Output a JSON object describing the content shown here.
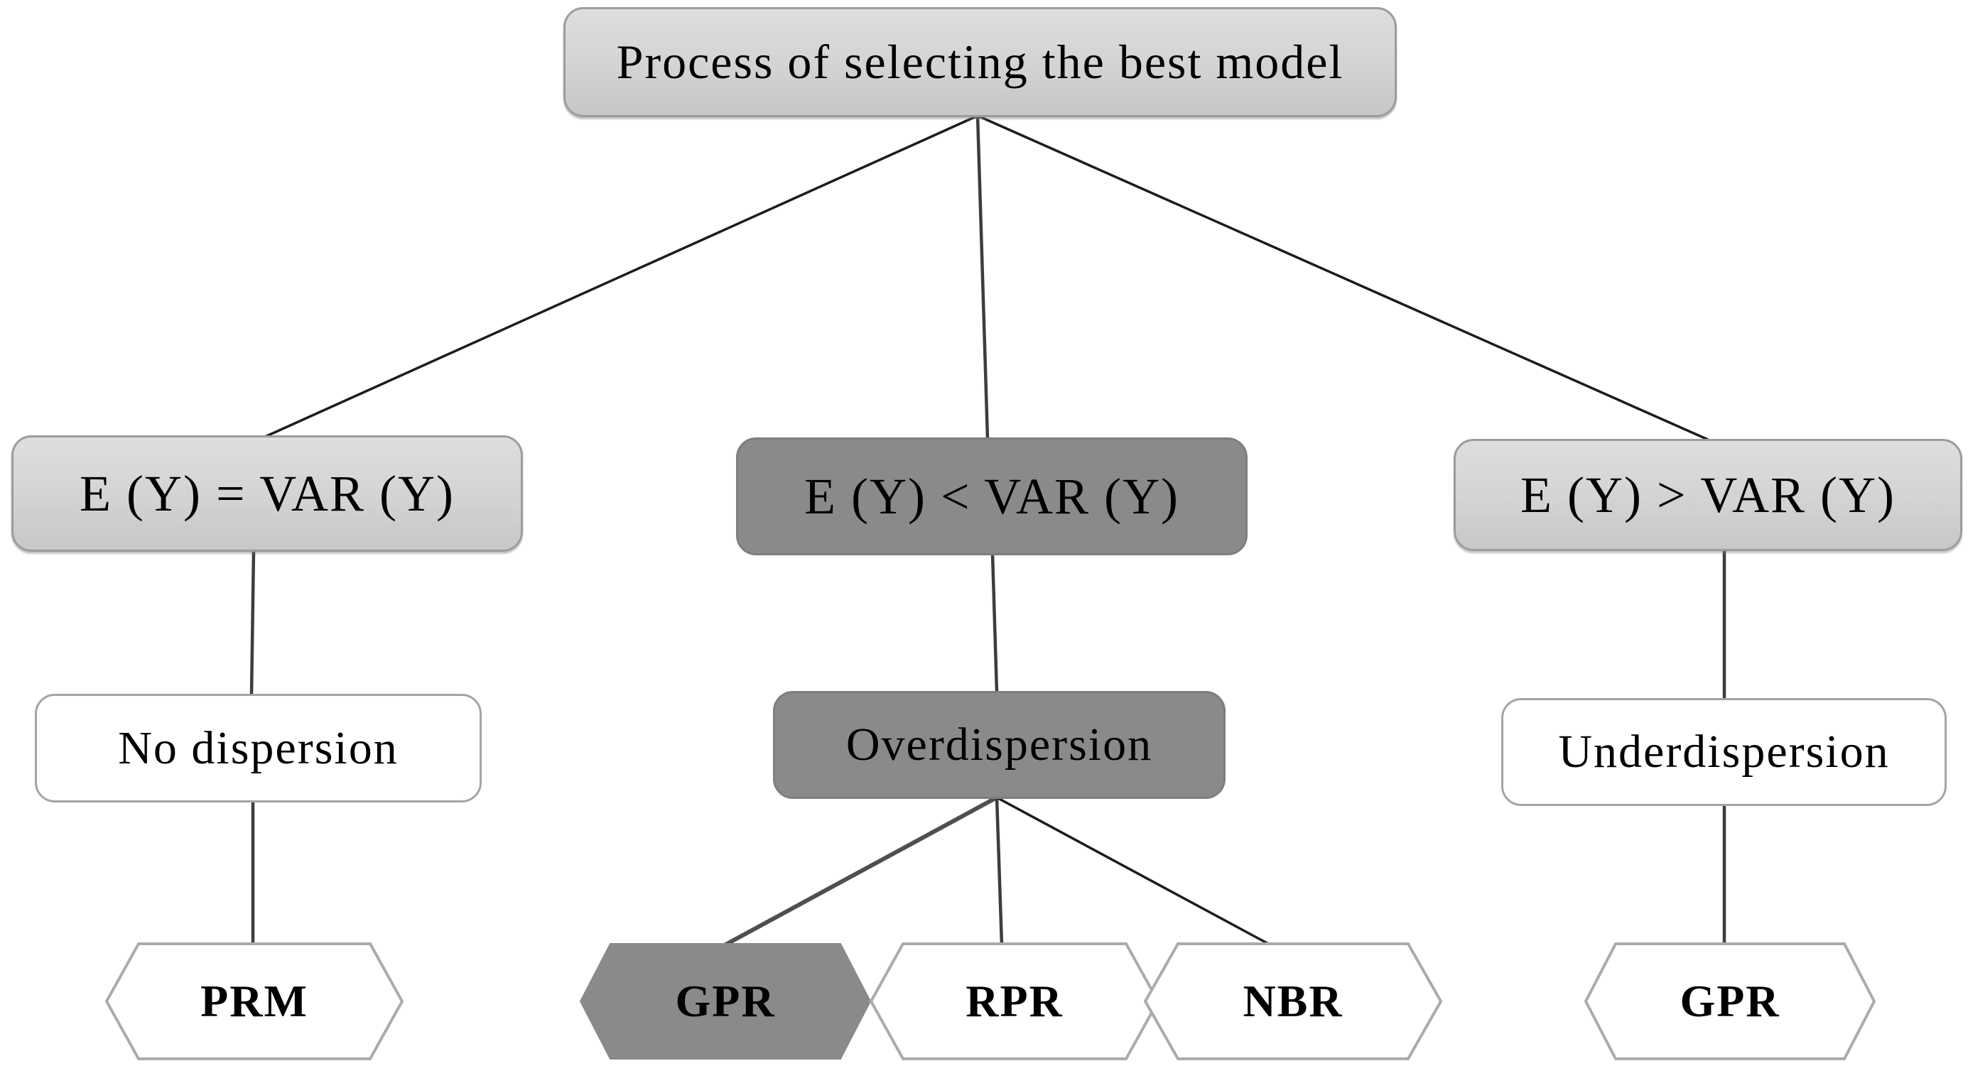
{
  "diagram": {
    "root_label": "Process of selecting the best model",
    "branches": [
      {
        "condition": "E (Y) = VAR (Y)",
        "dispersion": "No dispersion",
        "models": [
          "PRM"
        ],
        "highlighted": false
      },
      {
        "condition": "E (Y) < VAR (Y)",
        "dispersion": "Overdispersion",
        "models": [
          "GPR",
          "RPR",
          "NBR"
        ],
        "highlighted": true,
        "highlighted_model": "GPR"
      },
      {
        "condition": "E (Y) > VAR (Y)",
        "dispersion": "Underdispersion",
        "models": [
          "GPR"
        ],
        "highlighted": false
      }
    ],
    "colors": {
      "background": "#ffffff",
      "light_node_top": "#dedede",
      "light_node_bottom": "#c7c7c7",
      "dark_node": "#8a8a8a",
      "white_node": "#ffffff",
      "node_border": "#9c9c9c",
      "hex_border": "#ababab",
      "line_dark": "#1c1c1c",
      "line_gray": "#4f4f4f",
      "text": "#000000"
    }
  }
}
